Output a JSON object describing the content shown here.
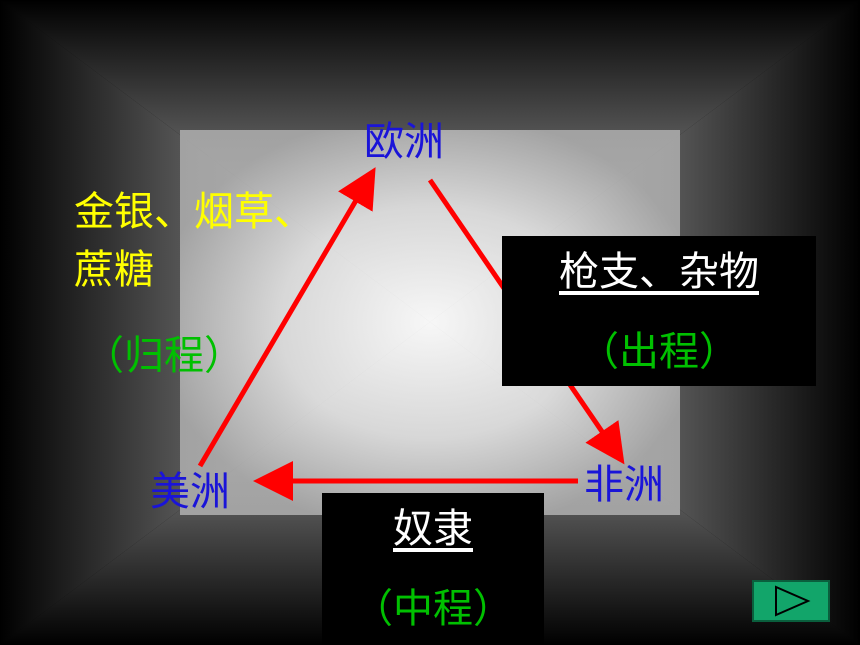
{
  "nodes": {
    "europe": "欧洲",
    "africa": "非洲",
    "america": "美洲"
  },
  "return_leg": {
    "cargo_line1": "金银、烟草、",
    "cargo_line2": "蔗糖",
    "leg_label": "（归程）"
  },
  "outbound_leg": {
    "cargo": "枪支、杂物",
    "leg_label": "（出程）"
  },
  "middle_leg": {
    "cargo": "奴隶",
    "leg_label": "（中程）"
  },
  "colors": {
    "node_text": "#1a14d8",
    "return_cargo_text": "#ffff00",
    "leg_label_text": "#00c000",
    "arrow": "#ff0000",
    "next_button": "#12a56a"
  },
  "icons": {
    "next": "play-triangle-icon"
  }
}
